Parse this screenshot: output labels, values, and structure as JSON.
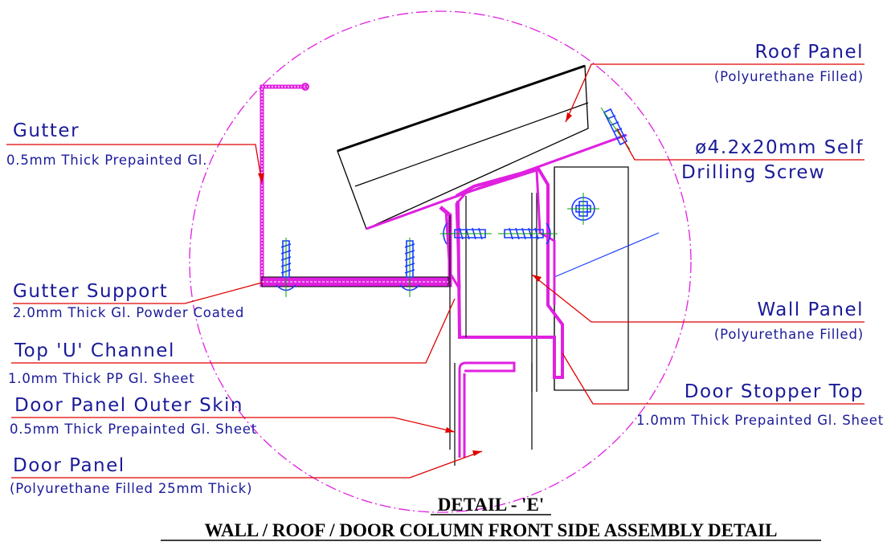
{
  "labels": {
    "roof_panel": "Roof Panel",
    "roof_panel_note": "(Polyurethane Filled)",
    "screw": "ø4.2x20mm Self",
    "screw_note": "Drilling Screw",
    "gutter": "Gutter",
    "gutter_note": "0.5mm Thick Prepainted Gl.",
    "gutter_support": "Gutter Support",
    "gutter_support_note": "2.0mm Thick Gl. Powder Coated",
    "wall_panel": "Wall Panel",
    "wall_panel_note": "(Polyurethane Filled)",
    "top_u_channel": "Top 'U' Channel",
    "top_u_channel_note": "1.0mm Thick PP Gl. Sheet",
    "door_stopper": "Door Stopper Top",
    "door_stopper_note": "1.0mm Thick Prepainted Gl. Sheet",
    "door_skin": "Door Panel Outer Skin",
    "door_skin_note": "0.5mm Thick Prepainted Gl. Sheet",
    "door_panel": "Door Panel",
    "door_panel_note": "(Polyurethane Filled 25mm Thick)"
  },
  "title": {
    "detail": "DETAIL - 'E'",
    "subtitle": "WALL / ROOF / DOOR COLUMN FRONT SIDE  ASSEMBLY DETAIL"
  },
  "colors": {
    "text": "#1a1a99",
    "leader": "#e00000",
    "flashing": "#e020e0",
    "screw": "#1a3cff",
    "outline": "#000000"
  }
}
